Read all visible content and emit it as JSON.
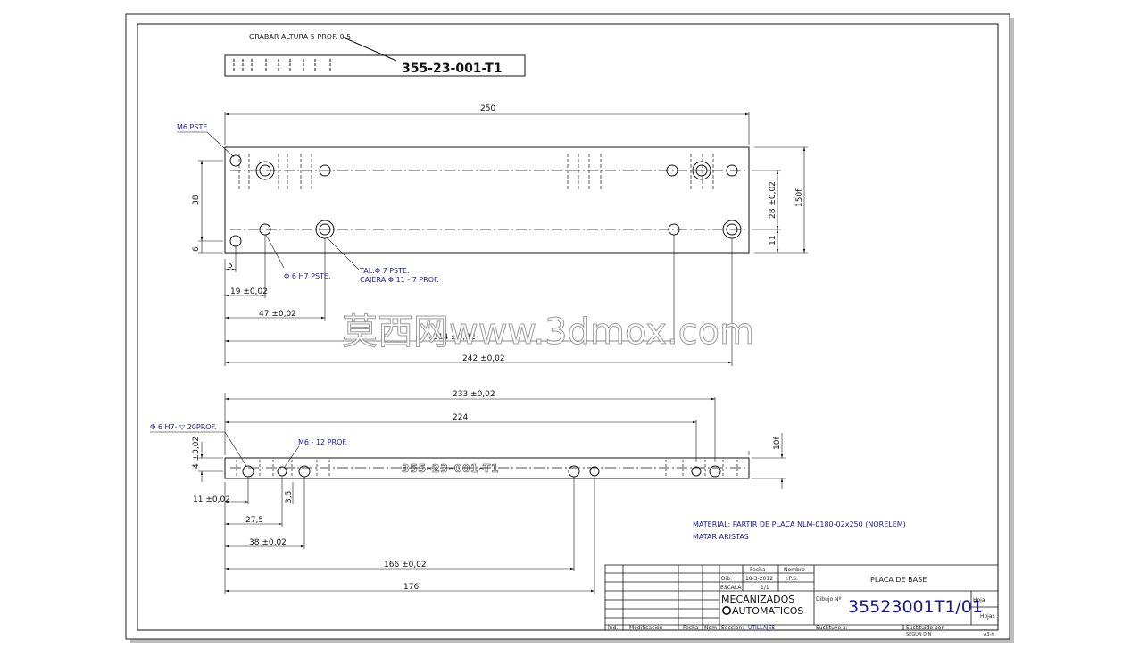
{
  "top_view": {
    "engrave_note": "GRABAR ALTURA 5 PROF. 0.5",
    "part_code": "355-23-001-T1"
  },
  "plan_view": {
    "callouts": {
      "m6_thread": "M6 PSTE.",
      "pin_hole": "Φ 6 H7 PSTE.",
      "drill": "TAL.Φ 7 PSTE.",
      "counterbore": "CAJERA Φ 11 - 7 PROF."
    },
    "dims": {
      "overall_length": "250",
      "height": "150f",
      "hole_row_spacing": "28 ±0,02",
      "edge_offset": "11",
      "left_vertical": "38",
      "left_bottom": "6",
      "first_x": "5",
      "pin_x": "19 ±0,02",
      "cb_x": "47 ±0,02",
      "far_x": "214 ±0,02",
      "far_pin_x": "242 ±0,02"
    }
  },
  "side_view": {
    "callouts": {
      "pin_hole": "Φ 6 H7- ▽ 20PROF.",
      "thread": "M6 - 12 PROF."
    },
    "engraving_text": "355-23-001-T1",
    "dims": {
      "d233": "233 ±0,02",
      "d224": "224",
      "thickness": "10f",
      "left_height": "4 ±0,02",
      "d11": "11 ±0,02",
      "d275": "27,5",
      "d38": "38 ±0,02",
      "d166": "166 ±0,02",
      "d176": "176",
      "d35": "3,5"
    }
  },
  "notes": {
    "material": "MATERIAL: PARTIR DE PLACA NLM-0180-02x250 (NORELEM)",
    "finish": "MATAR ARISTAS"
  },
  "title_block": {
    "col_fecha": "Fecha",
    "col_nombre": "Nombre",
    "row_dib": "Dib.",
    "date": "18-3-2012",
    "name": "J.P.S.",
    "escala_label": "ESCALA",
    "escala": "1/1",
    "company_line1": "MECANIZADOS",
    "company_line2": "AUTOMATICOS",
    "title": "PLACA DE BASE",
    "dibujo_label": "Dibujo Nº",
    "drawing_number": "35523001T1/01",
    "hoja": "Hoja",
    "hojas": "Hojas",
    "col_ind": "Ind.",
    "col_modificacion": "Modificacion",
    "col_fecha2": "Fecha",
    "col_nom": "Nom",
    "seccion_label": "Seccion:",
    "seccion": "UTILLAJES",
    "sustituye": "Sustituye a:",
    "sustituido": "Sustituido por:",
    "standard": "SEGUN DIN",
    "format": "A3-h"
  },
  "watermark": "莫西网www.3dmox.com"
}
